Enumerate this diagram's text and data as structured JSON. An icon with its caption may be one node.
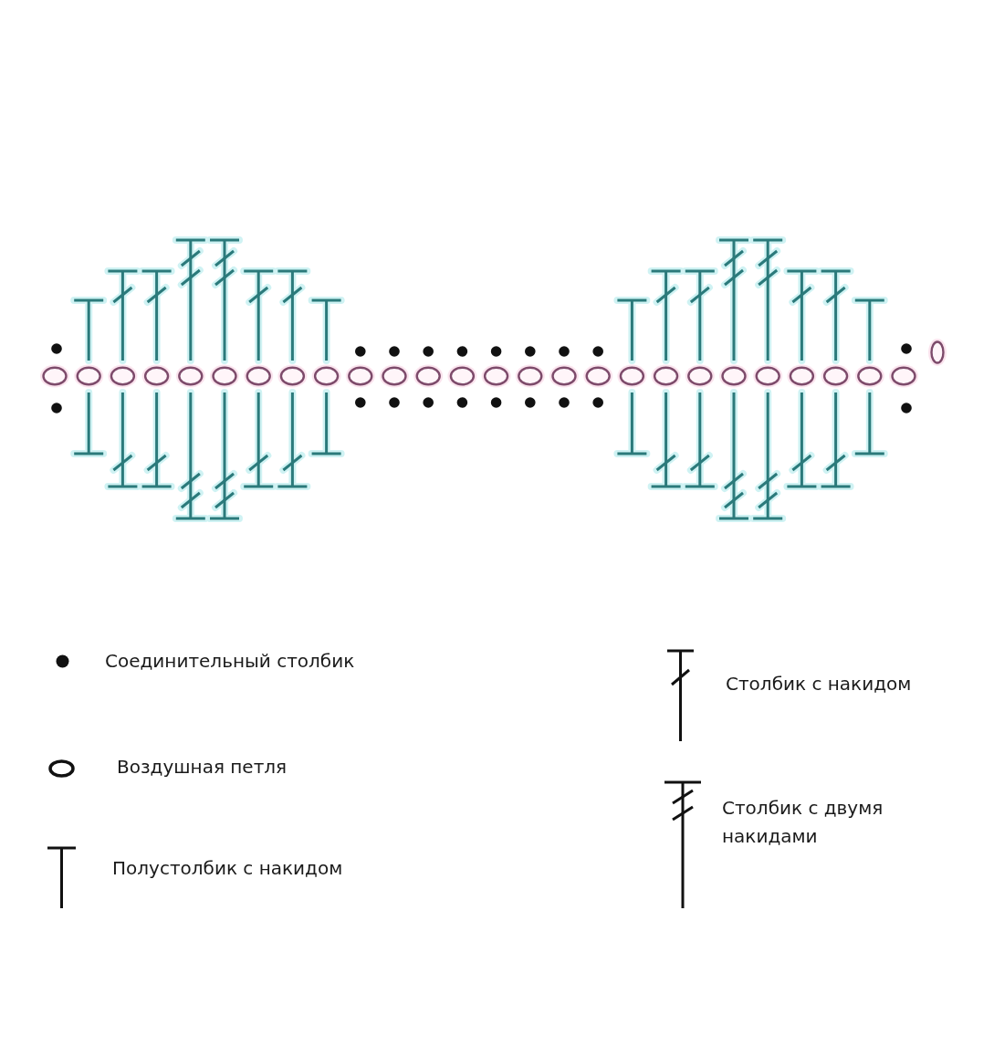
{
  "diagram": {
    "legend": [
      {
        "text": "Соединительный столбик"
      },
      {
        "text": "Воздушная петля"
      },
      {
        "text": "Полустолбик с накидом"
      },
      {
        "text": "Столбик с накидом"
      },
      {
        "text": "Столбик с двумя накидами"
      }
    ]
  }
}
